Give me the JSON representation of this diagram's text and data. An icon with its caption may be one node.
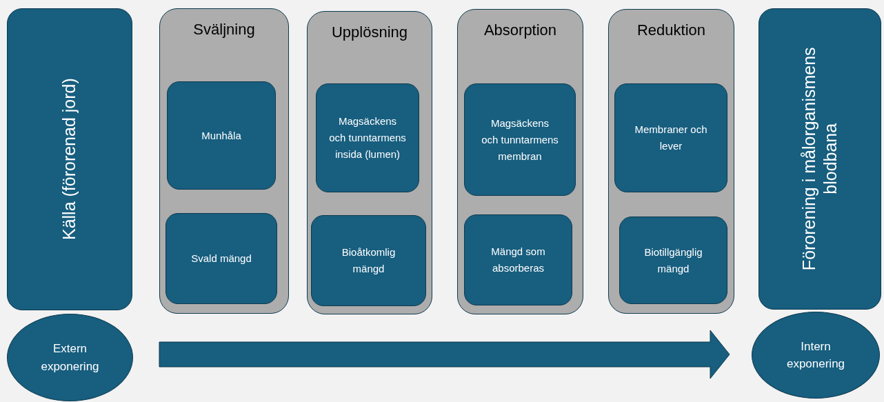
{
  "diagram": {
    "nodes": [
      {
        "text": [
          "Källa (förorenad jord)"
        ]
      },
      {
        "text": [
          "Extern exponering"
        ]
      },
      {
        "text": [
          "Sväljning"
        ]
      },
      {
        "text": [
          "Munhåla"
        ],
        "in": 2
      },
      {
        "text": [
          "Svald mängd"
        ],
        "in": 2
      },
      {
        "text": [
          "Upplösning"
        ]
      },
      {
        "text": [
          "Magsäckens och tunntarmens insida (lumen)"
        ],
        "in": 5
      },
      {
        "text": [
          "Bioåtkomlig mängd"
        ],
        "in": 5
      },
      {
        "text": [
          "Absorption"
        ]
      },
      {
        "text": [
          "Magsäckens och tunntarmens membran"
        ],
        "in": 8
      },
      {
        "text": [
          "Mängd som absorberas"
        ],
        "in": 8
      },
      {
        "text": [
          "Reduktion"
        ]
      },
      {
        "text": [
          "Membraner och lever"
        ],
        "in": 11
      },
      {
        "text": [
          "Biotillgänglig mängd"
        ],
        "in": 11
      },
      {
        "text": [
          "Förorening i målorganismens blodbana"
        ]
      },
      {
        "text": [
          "Intern exponering"
        ]
      }
    ],
    "edges": [
      {
        "from": 1,
        "to": 15,
        "arrow": "to",
        "style": "thick"
      }
    ]
  }
}
